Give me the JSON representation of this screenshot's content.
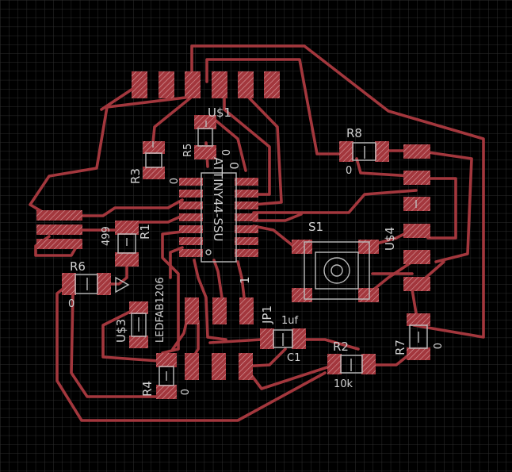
{
  "colors": {
    "background": "#000000",
    "grid": "#2e2e2e",
    "trace": "#a3373d",
    "pad": "#a3373d",
    "silkscreen": "#d0d0d0",
    "outline": "#bcbcbc"
  },
  "labels": {
    "us1": "U$1",
    "attiny": "ATTINY44-SSU",
    "r5": "R5",
    "r5_value": "0",
    "ic_value": "0",
    "r3": "R3",
    "r3_value": "0",
    "r8": "R8",
    "r8_value": "0",
    "r1": "R1",
    "r1_value": "499",
    "r6": "R6",
    "r6_value": "0",
    "led": "LEDFAB1206",
    "us3": "U$3",
    "s1": "S1",
    "us4": "U$4",
    "jp1": "JP1",
    "jp1_pin": "1",
    "c1_value": "1uf",
    "c1": "C1",
    "r2": "R2",
    "r2_value": "10k",
    "r7": "R7",
    "r7_value": "0",
    "r4": "R4",
    "r4_value": "0"
  }
}
